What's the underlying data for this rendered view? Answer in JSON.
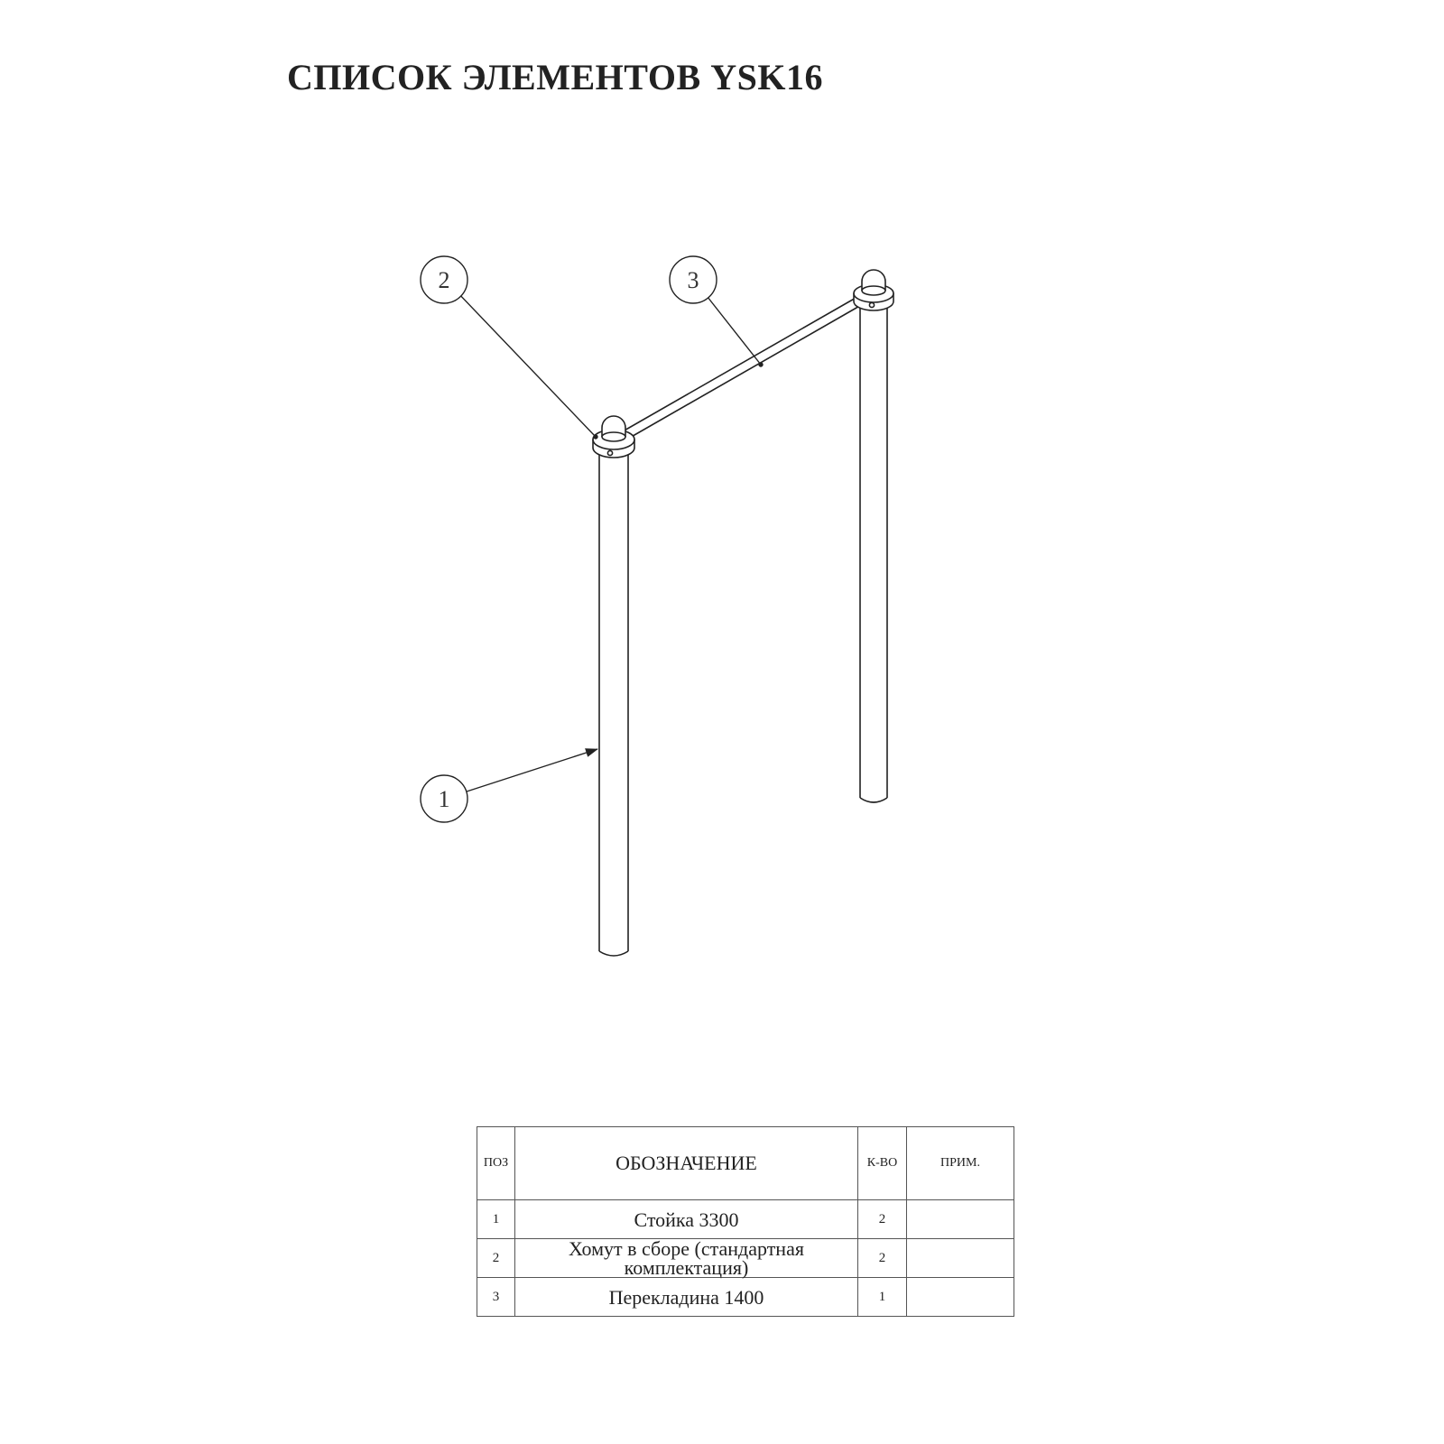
{
  "title": "СПИСОК ЭЛЕМЕНТОВ YSK16",
  "callouts": {
    "one": "1",
    "two": "2",
    "three": "3"
  },
  "table": {
    "headers": {
      "pos": "ПОЗ",
      "name": "ОБОЗНАЧЕНИЕ",
      "qty": "К-ВО",
      "note": "ПРИМ."
    },
    "rows": [
      {
        "pos": "1",
        "name": "Стойка 3300",
        "qty": "2",
        "note": ""
      },
      {
        "pos": "2",
        "name": "Хомут в сборе (стандартная комплектация)",
        "qty": "2",
        "note": ""
      },
      {
        "pos": "3",
        "name": "Перекладина 1400",
        "qty": "1",
        "note": ""
      }
    ]
  },
  "colors": {
    "line": "#222222",
    "table_border": "#555555"
  }
}
